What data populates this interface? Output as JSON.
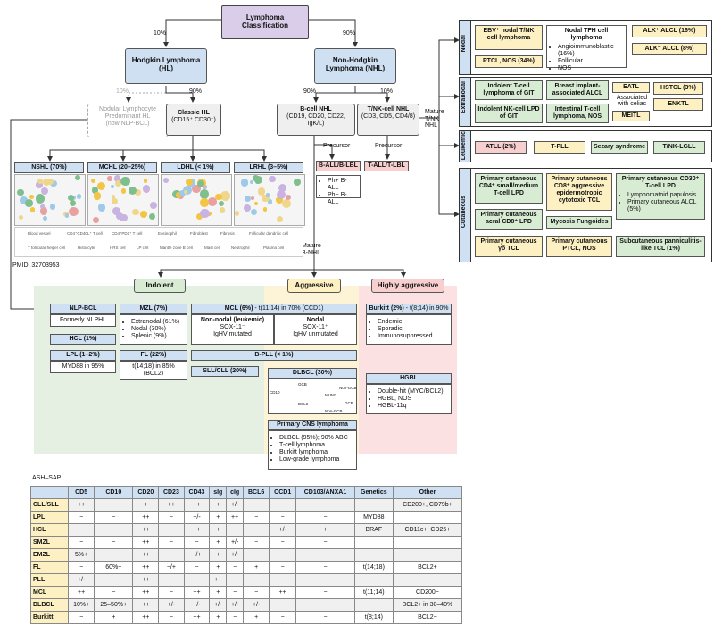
{
  "root": {
    "title": "Lymphoma Classification"
  },
  "pct": {
    "hl": "10%",
    "nhl": "90%",
    "nlp": "10%",
    "chl": "90%",
    "bcell": "90%",
    "tcell": "10%"
  },
  "hl": {
    "title": "Hodgkin Lymphoma (HL)"
  },
  "nhl": {
    "title": "Non-Hodgkin Lymphoma (NHL)"
  },
  "nlp": {
    "title": "Nodular Lymphocyte Predominant HL",
    "sub": "(now NLP-BCL)"
  },
  "chl": {
    "title": "Classic HL",
    "sub": "(CD15⁺ CD30⁺)"
  },
  "bnhl": {
    "title": "B-cell NHL",
    "sub": "(CD19, CD20, CD22, IgK/L)"
  },
  "tnhl": {
    "title": "T/NK-cell NHL",
    "sub": "(CD3, CD5, CD4/8)"
  },
  "precursor": {
    "b_label": "Precursor",
    "t_label": "Precursor",
    "ball": "B-ALL/B-LBL",
    "tall": "T-ALL/T-LBL",
    "ball_items": [
      "Ph+ B-ALL",
      "Ph− B-ALL"
    ]
  },
  "mature_t": "Mature T/NK NHL",
  "mature_b": "Mature B-NHL",
  "hl_subtypes": [
    "NSHL (70%)",
    "MCHL (20–25%)",
    "LDHL (< 1%)",
    "LRHL (3–5%)"
  ],
  "legend": [
    "Blood vessel",
    "CD4⁺CD40L⁺ T cell",
    "CD4⁺PD1⁺ T cell",
    "Eosinophil",
    "Fibroblast",
    "Fibrosis",
    "Follicular dendritic cell",
    "T follicular helper cell",
    "Histiocyte",
    "HRS cell",
    "LP cell",
    "Mantle zone B cell",
    "Mast cell",
    "Neutrophil",
    "Plasma cell"
  ],
  "pmid": "PMID: 32703953",
  "nodal": {
    "side": "Nodal",
    "ebv": "EBV⁺ nodal T/NK cell lymphoma",
    "ptcl": "PTCL, NOS (34%)",
    "tfh": "Nodal TFH cell lymphoma",
    "tfh_items": [
      "Angioimmunoblastic (16%)",
      "Follicular",
      "NOS"
    ],
    "alkp": "ALK⁺ ALCL (16%)",
    "alkn": "ALK⁻ ALCL (8%)"
  },
  "extranodal": {
    "side": "Extranodal",
    "git1": "Indolent T-cell lymphoma of GIT",
    "git2": "Indolent NK-cell LPD of GIT",
    "breast": "Breast implant-associated ALCL",
    "intestinal": "Intestinal T-cell lymphoma, NOS",
    "eatl": "EATL",
    "celiac": "Associated with celiac",
    "meitl": "MEITL",
    "hstcl": "HSTCL (3%)",
    "enktl": "ENKTL"
  },
  "leukemic": {
    "side": "Leukemic",
    "atll": "ATLL (2%)",
    "tpll": "T-PLL",
    "sezary": "Sezary syndrome",
    "tnk": "T/NK-LGLL"
  },
  "cutaneous": {
    "side": "Cutaneous",
    "c1": "Primary cutaneous CD4⁺ small/medium T-cell LPD",
    "c2": "Primary cutaneous CD8⁺ aggressive epidermotropic cytotoxic TCL",
    "c3": "Primary cutaneous CD30⁺ T-cell LPD",
    "c3_items": [
      "Lymphomatoid papulosis",
      "Primary cutaneous ALCL (5%)"
    ],
    "c4": "Primary cutaneous acral CD8⁺ LPD",
    "c5": "Mycosis Fungoides",
    "c6": "Primary cutaneous γδ TCL",
    "c7": "Primary cutaneous PTCL, NOS",
    "c8": "Subcutaneous panniculitis-like TCL (1%)"
  },
  "groups": {
    "indolent": "Indolent",
    "aggressive": "Aggressive",
    "highly": "Highly aggressive"
  },
  "indolent": {
    "nlpbcl": "NLP-BCL",
    "nlpbcl_sub": "Formerly NLPHL",
    "hcl": "HCL (1%)",
    "lpl": "LPL (1–2%)",
    "lpl_sub": "MYD88 in 95%",
    "mzl": "MZL (7%)",
    "mzl_items": [
      "Extranodal (61%)",
      "Nodal (30%)",
      "Splenic (9%)"
    ],
    "fl": "FL (22%)",
    "fl_sub": "t(14;18) in 85% (BCL2)",
    "mcl": "MCL (6%)",
    "mcl_t": " - t(11;14) in 70% (CCD1)",
    "mcl_a": "Non-nodal (leukemic)",
    "mcl_a1": "SOX-11⁻",
    "mcl_a2": "IgHV mutated",
    "mcl_b": "Nodal",
    "mcl_b1": "SOX-11⁺",
    "mcl_b2": "IgHV unmutated",
    "bpll": "B-PLL (< 1%)",
    "sll": "SLL/CLL (20%)"
  },
  "aggr": {
    "dlbcl": "DLBCL (30%)",
    "dlbcl_diag": {
      "cd10": "CD10",
      "bcl6": "BCL6",
      "mum1": "MUM1",
      "gcb1": "GCB",
      "nongcb1": "Non-GCB",
      "gcb2": "GCB",
      "nongcb2": "Non-GCB"
    },
    "cns": "Primary CNS lymphoma",
    "cns_items": [
      "DLBCL (95%); 90% ABC",
      "T-cell lymphoma",
      "Burkitt lymphoma",
      "Low-grade lymphoma"
    ]
  },
  "high": {
    "burkitt": "Burkitt (2%)",
    "burkitt_t": " - t(8;14) in 90%",
    "burkitt_items": [
      "Endemic",
      "Sporadic",
      "Immunosuppressed"
    ],
    "hgbl": "HGBL",
    "hgbl_items": [
      "Double-hit (MYC/BCL2)",
      "HGBL, NOS",
      "HGBL-11q"
    ]
  },
  "table": {
    "caption": "ASH–SAP",
    "headers": [
      "",
      "CD5",
      "CD10",
      "CD20",
      "CD23",
      "CD43",
      "sIg",
      "cIg",
      "BCL6",
      "CCD1",
      "CD103/ANXA1",
      "Genetics",
      "Other"
    ],
    "rows": [
      [
        "CLL/SLL",
        "++",
        "−",
        "+",
        "++",
        "++",
        "+",
        "+/-",
        "−",
        "−",
        "−",
        "",
        "CD200+, CD79b+"
      ],
      [
        "LPL",
        "−",
        "−",
        "++",
        "−",
        "+/-",
        "+",
        "++",
        "−",
        "−",
        "−",
        "MYD88",
        ""
      ],
      [
        "HCL",
        "−",
        "−",
        "++",
        "−",
        "++",
        "+",
        "−",
        "−",
        "+/-",
        "+",
        "BRAF",
        "CD11c+, CD25+"
      ],
      [
        "SMZL",
        "−",
        "−",
        "++",
        "−",
        "−",
        "+",
        "+/-",
        "−",
        "−",
        "−",
        "",
        ""
      ],
      [
        "EMZL",
        "5%+",
        "−",
        "++",
        "−",
        "−/+",
        "+",
        "+/-",
        "−",
        "−",
        "−",
        "",
        ""
      ],
      [
        "FL",
        "−",
        "60%+",
        "++",
        "−/+",
        "−",
        "+",
        "−",
        "+",
        "−",
        "−",
        "t(14;18)",
        "BCL2+"
      ],
      [
        "PLL",
        "+/-",
        "",
        "++",
        "−",
        "−",
        "++",
        "",
        "",
        "−",
        "",
        "",
        ""
      ],
      [
        "MCL",
        "++",
        "−",
        "++",
        "−",
        "++",
        "+",
        "−",
        "−",
        "++",
        "−",
        "t(11;14)",
        "CD200−"
      ],
      [
        "DLBCL",
        "10%+",
        "25–50%+",
        "++",
        "+/-",
        "+/-",
        "+/-",
        "+/-",
        "+/-",
        "−",
        "−",
        "",
        "BCL2+ in 30–40%"
      ],
      [
        "Burkitt",
        "−",
        "+",
        "++",
        "−",
        "++",
        "+",
        "−",
        "+",
        "−",
        "−",
        "t(8;14)",
        "BCL2−"
      ]
    ]
  }
}
